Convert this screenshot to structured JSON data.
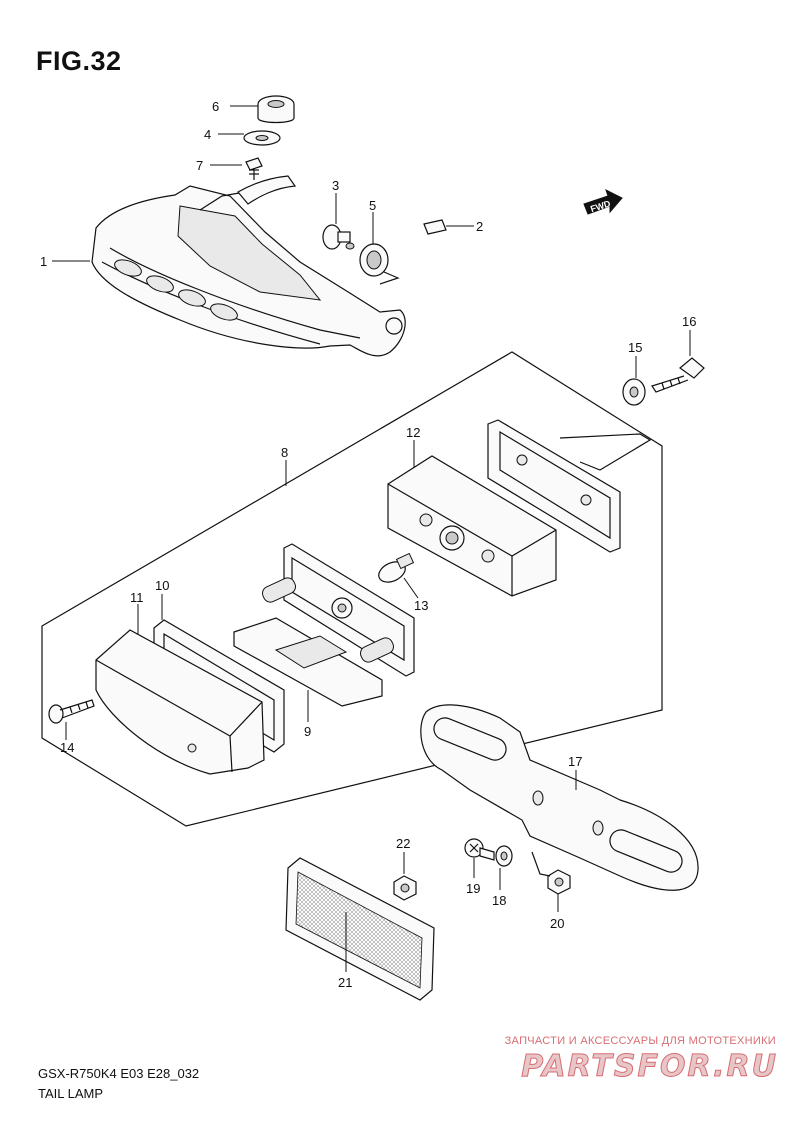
{
  "figure": {
    "title": "FIG.32",
    "model_code": "GSX-R750K4 E03 E28_032",
    "caption": "TAIL LAMP",
    "fwd_label": "FWD"
  },
  "callouts": [
    "1",
    "2",
    "3",
    "4",
    "5",
    "6",
    "7",
    "8",
    "9",
    "10",
    "11",
    "12",
    "13",
    "14",
    "15",
    "16",
    "17",
    "18",
    "19",
    "20",
    "21",
    "22"
  ],
  "watermark": {
    "tagline": "ЗАПЧАСТИ И АКСЕССУАРЫ ДЛЯ МОТОТЕХНИКИ",
    "logo": "PARTSFOR.RU"
  }
}
